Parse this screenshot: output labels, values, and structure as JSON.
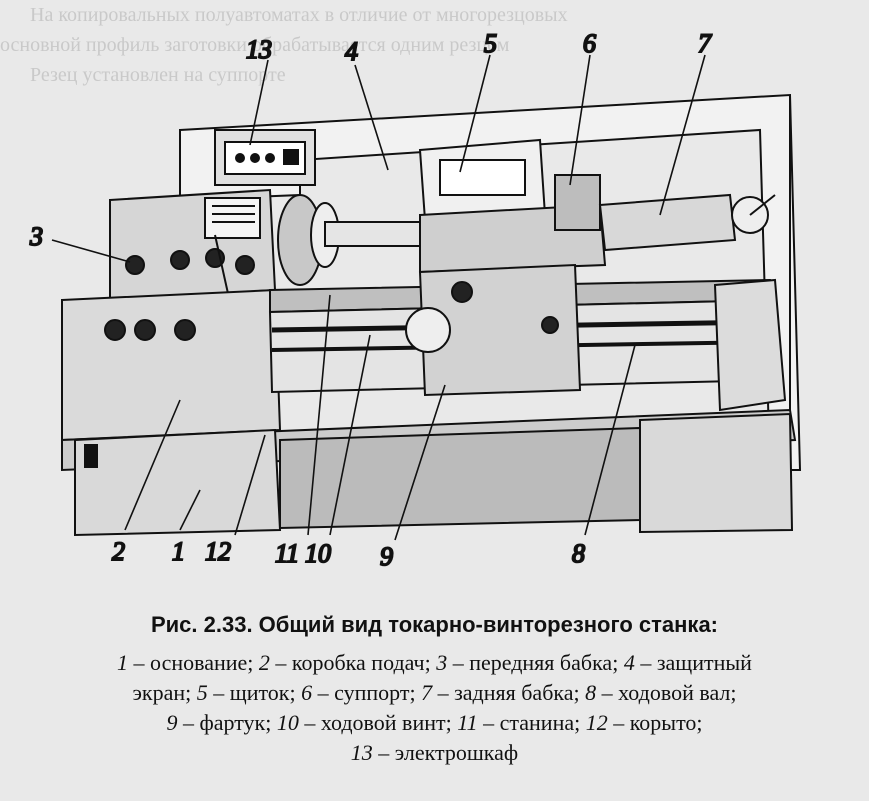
{
  "background_text": [
    "На копировальных полуавтоматах в отличие от многорезцовых",
    "основной профиль заготовки обрабатывается одним резцом",
    "Резец установлен на суппорте"
  ],
  "callouts": [
    "1",
    "2",
    "3",
    "4",
    "5",
    "6",
    "7",
    "8",
    "9",
    "10",
    "11",
    "12",
    "13"
  ],
  "caption": {
    "title": "Рис. 2.33. Общий вид токарно-винторезного станка:",
    "legend_lines": [
      [
        {
          "n": "1",
          "t": " – основание; "
        },
        {
          "n": "2",
          "t": " – коробка подач; "
        },
        {
          "n": "3",
          "t": " – передняя бабка; "
        },
        {
          "n": "4",
          "t": " – защитный"
        }
      ],
      [
        {
          "n": "",
          "t": "экран; "
        },
        {
          "n": "5",
          "t": " – щиток; "
        },
        {
          "n": "6",
          "t": " – суппорт; "
        },
        {
          "n": "7",
          "t": " – задняя бабка; "
        },
        {
          "n": "8",
          "t": " – ходовой вал;"
        }
      ],
      [
        {
          "n": "9",
          "t": " – фартук; "
        },
        {
          "n": "10",
          "t": " – ходовой винт; "
        },
        {
          "n": "11",
          "t": " – станина; "
        },
        {
          "n": "12",
          "t": " – корыто;"
        }
      ],
      [
        {
          "n": "13",
          "t": " – электрошкаф"
        }
      ]
    ]
  },
  "colors": {
    "paper": "#e9e9e9",
    "ink": "#111111",
    "faint": "#c9c9c9"
  }
}
